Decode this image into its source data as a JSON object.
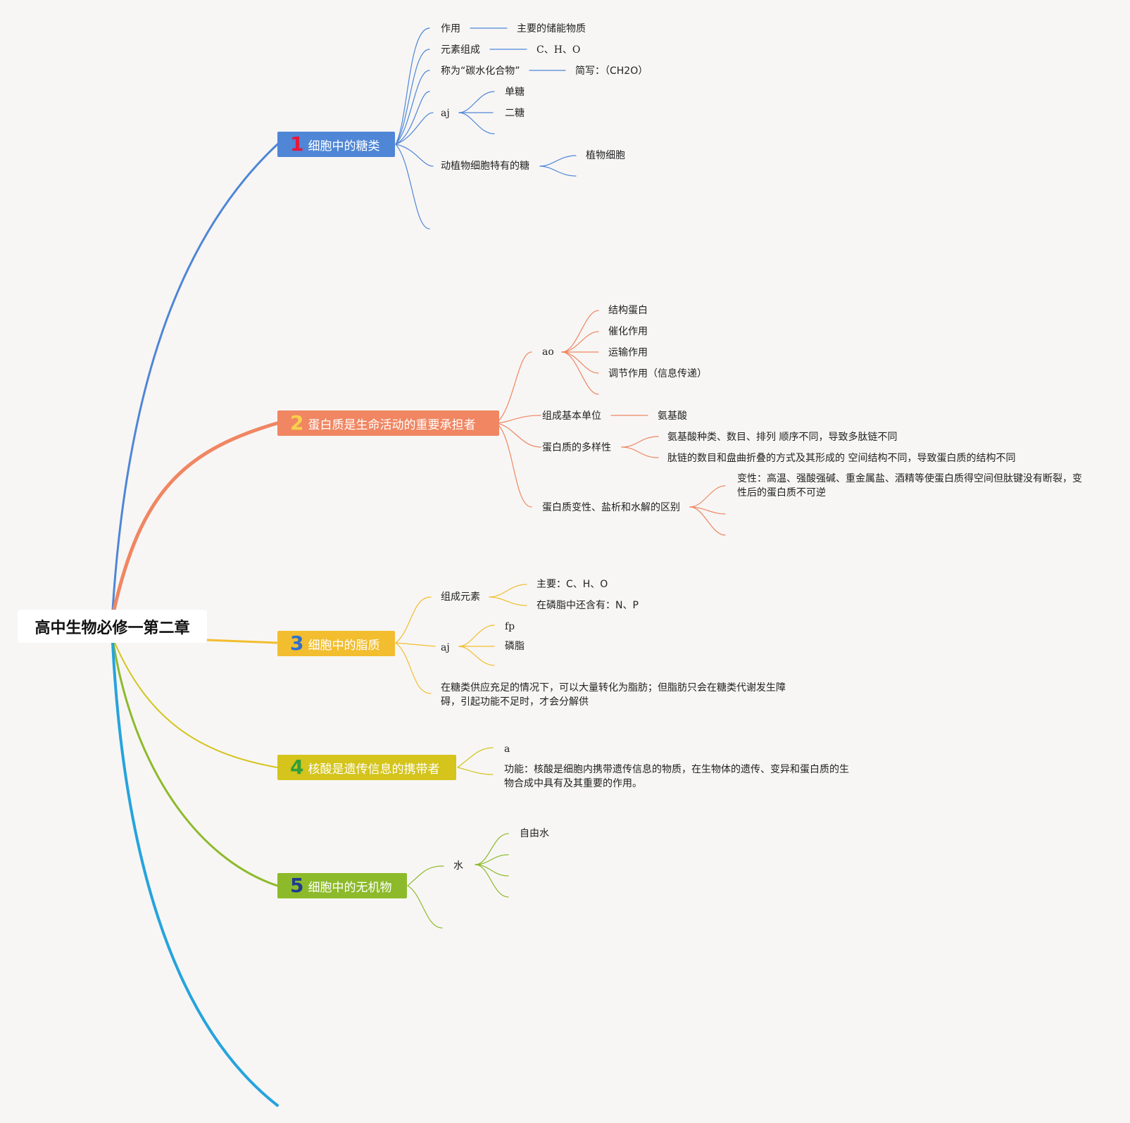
{
  "root": {
    "title": "高中生物必修一第二章"
  },
  "colors": {
    "blue": "#4f86d6",
    "orange": "#f08662",
    "yellow": "#f2bd2e",
    "olive": "#d4c41b",
    "green": "#8dba2a",
    "cyan": "#26a3dd"
  },
  "branches": [
    {
      "num": "1",
      "label": "细胞中的糖类",
      "items": {
        "role": "作用",
        "role_value": "主要的储能物质",
        "elements": "元素组成",
        "elements_value": "C、H、O",
        "called": "称为“碳水化合物”",
        "called_value": "简写：（CH2O）",
        "aj": "aj",
        "mono": "单糖",
        "di": "二糖",
        "special": "动植物细胞特有的糖",
        "plant": "植物细胞"
      }
    },
    {
      "num": "2",
      "label": "蛋白质是生命活动的重要承担者",
      "items": {
        "ao": "ao",
        "f1": "结构蛋白",
        "f2": "催化作用",
        "f3": "运输作用",
        "f4": "调节作用（信息传递）",
        "unit": "组成基本单位",
        "unit_value": "氨基酸",
        "diversity": "蛋白质的多样性",
        "d1": "氨基酸种类、数目、排列 顺序不同，导致多肽链不同",
        "d2": "肽链的数目和盘曲折叠的方式及其形成的 空间结构不同，导致蛋白质的结构不同",
        "denature": "蛋白质变性、盐析和水解的区别",
        "denature_value": "变性：高温、强酸强碱、重金属盐、酒精等使蛋白质得空间但肽键没有断裂，变性后的蛋白质不可逆"
      }
    },
    {
      "num": "3",
      "label": "细胞中的脂质",
      "items": {
        "elements": "组成元素",
        "main": "主要：C、H、O",
        "extra": "在磷脂中还含有：N、P",
        "aj": "aj",
        "fp": "fp",
        "phospho": "磷脂",
        "note": "在糖类供应充足的情况下，可以大量转化为脂肪；但脂肪只会在糖类代谢发生障碍，引起功能不足时，才会分解供"
      }
    },
    {
      "num": "4",
      "label": "核酸是遗传信息的携带者",
      "items": {
        "a": "a",
        "function": "功能：核酸是细胞内携带遗传信息的物质，在生物体的遗传、变异和蛋白质的生物合成中具有及其重要的作用。"
      }
    },
    {
      "num": "5",
      "label": "细胞中的无机物",
      "items": {
        "water": "水",
        "free": "自由水"
      }
    }
  ]
}
